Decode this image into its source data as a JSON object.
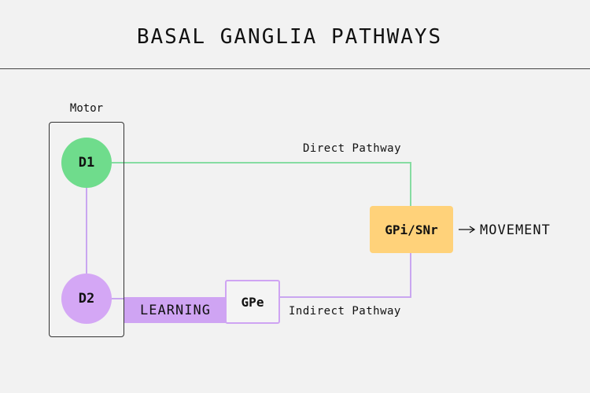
{
  "title": "BASAL GANGLIA PATHWAYS",
  "group_label": "Motor",
  "nodes": {
    "d1": "D1",
    "d2": "D2",
    "gpe": "GPe",
    "gpi_snr": "GPi/SNr"
  },
  "learning_label": "LEARNING",
  "direct_pathway_label": "Direct Pathway",
  "indirect_pathway_label": "Indirect Pathway",
  "output_label": "MOVEMENT",
  "colors": {
    "direct": "#86dca2",
    "indirect": "#c9a6f0",
    "d1": "#6fdc8c",
    "d2": "#d4a7f5",
    "gpi_snr": "#ffd27a",
    "background": "#f2f2f2"
  }
}
